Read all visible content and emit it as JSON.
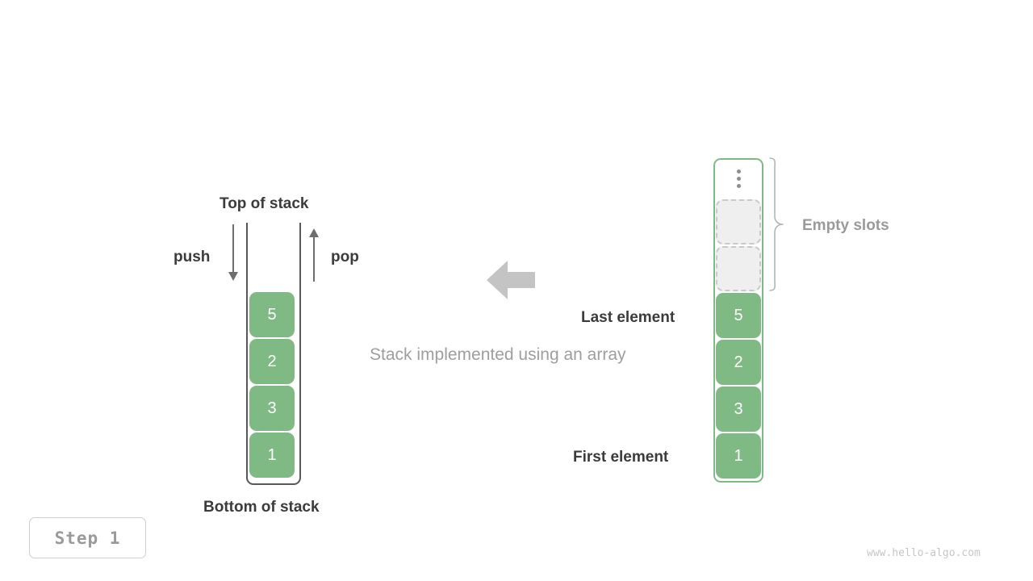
{
  "diagram": {
    "caption": "Stack implemented using an array",
    "step_badge": "Step  1",
    "watermark": "www.hello-algo.com",
    "accent_green": "#7FBA85",
    "outline_gray": "#585858",
    "muted_gray": "#9A9A9A",
    "empty_slot_fill": "#EFEFEF"
  },
  "stack": {
    "top_label": "Top of stack",
    "bottom_label": "Bottom of stack",
    "push_label": "push",
    "pop_label": "pop",
    "push_icon": "arrow-down-icon",
    "pop_icon": "arrow-up-icon",
    "cells": [
      "5",
      "2",
      "3",
      "1"
    ]
  },
  "array": {
    "empty_slots_label": "Empty slots",
    "last_element_label": "Last element",
    "first_element_label": "First element",
    "overflow_icon": "vertical-ellipsis-icon",
    "brace_icon": "curly-brace-icon",
    "empty_slot_count": 2,
    "cells": [
      "5",
      "2",
      "3",
      "1"
    ]
  },
  "transform_arrow": {
    "icon": "arrow-left-icon",
    "color": "#C4C4C4"
  }
}
